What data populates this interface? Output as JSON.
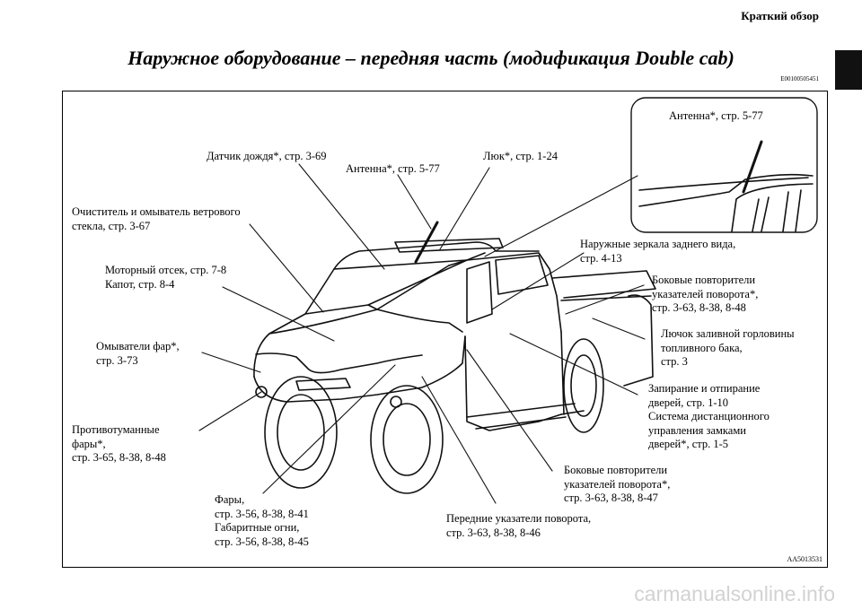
{
  "header": {
    "section": "Краткий обзор"
  },
  "title": "Наружное оборудование – передняя часть (модификация Double cab)",
  "doc_code": "E00100505451",
  "figure_code": "AA5013531",
  "watermark": "carmanualsonline.info",
  "callouts": {
    "antenna_inset": "Антенна*, стр. 5-77",
    "rain_sensor": "Датчик дождя*, стр. 3-69",
    "antenna": "Антенна*, стр. 5-77",
    "sunroof": "Люк*, стр. 1-24",
    "wiper_washer": "Очиститель и омыватель ветрового\nстекла, стр. 3-67",
    "mirrors": "Наружные зеркала заднего вида,\nстр. 4-13",
    "engine_hood": "Моторный отсек, стр. 7-8\nКапот, стр. 8-4",
    "side_repeaters_top": "Боковые повторители\nуказателей поворота*,\nстр. 3-63, 8-38, 8-48",
    "fuel_filler": "Лючок заливной горловины\nтопливного бака,\nстр. 3",
    "headlamp_washers": "Омыватели фар*,\nстр. 3-73",
    "door_locks": "Запирание и отпирание\nдверей, стр. 1-10\nСистема дистанционного\nуправления замками\nдверей*, стр. 1-5",
    "fog_lamps": "Противотуманные\nфары*,\nстр. 3-65, 8-38, 8-48",
    "side_repeaters_bottom": "Боковые повторители\nуказателей поворота*,\nстр. 3-63, 8-38, 8-47",
    "headlamps": "Фары,\nстр. 3-56, 8-38, 8-41\nГабаритные огни,\nстр. 3-56, 8-38, 8-45",
    "front_turn_signals": "Передние указатели поворота,\nстр. 3-63, 8-38, 8-46"
  }
}
